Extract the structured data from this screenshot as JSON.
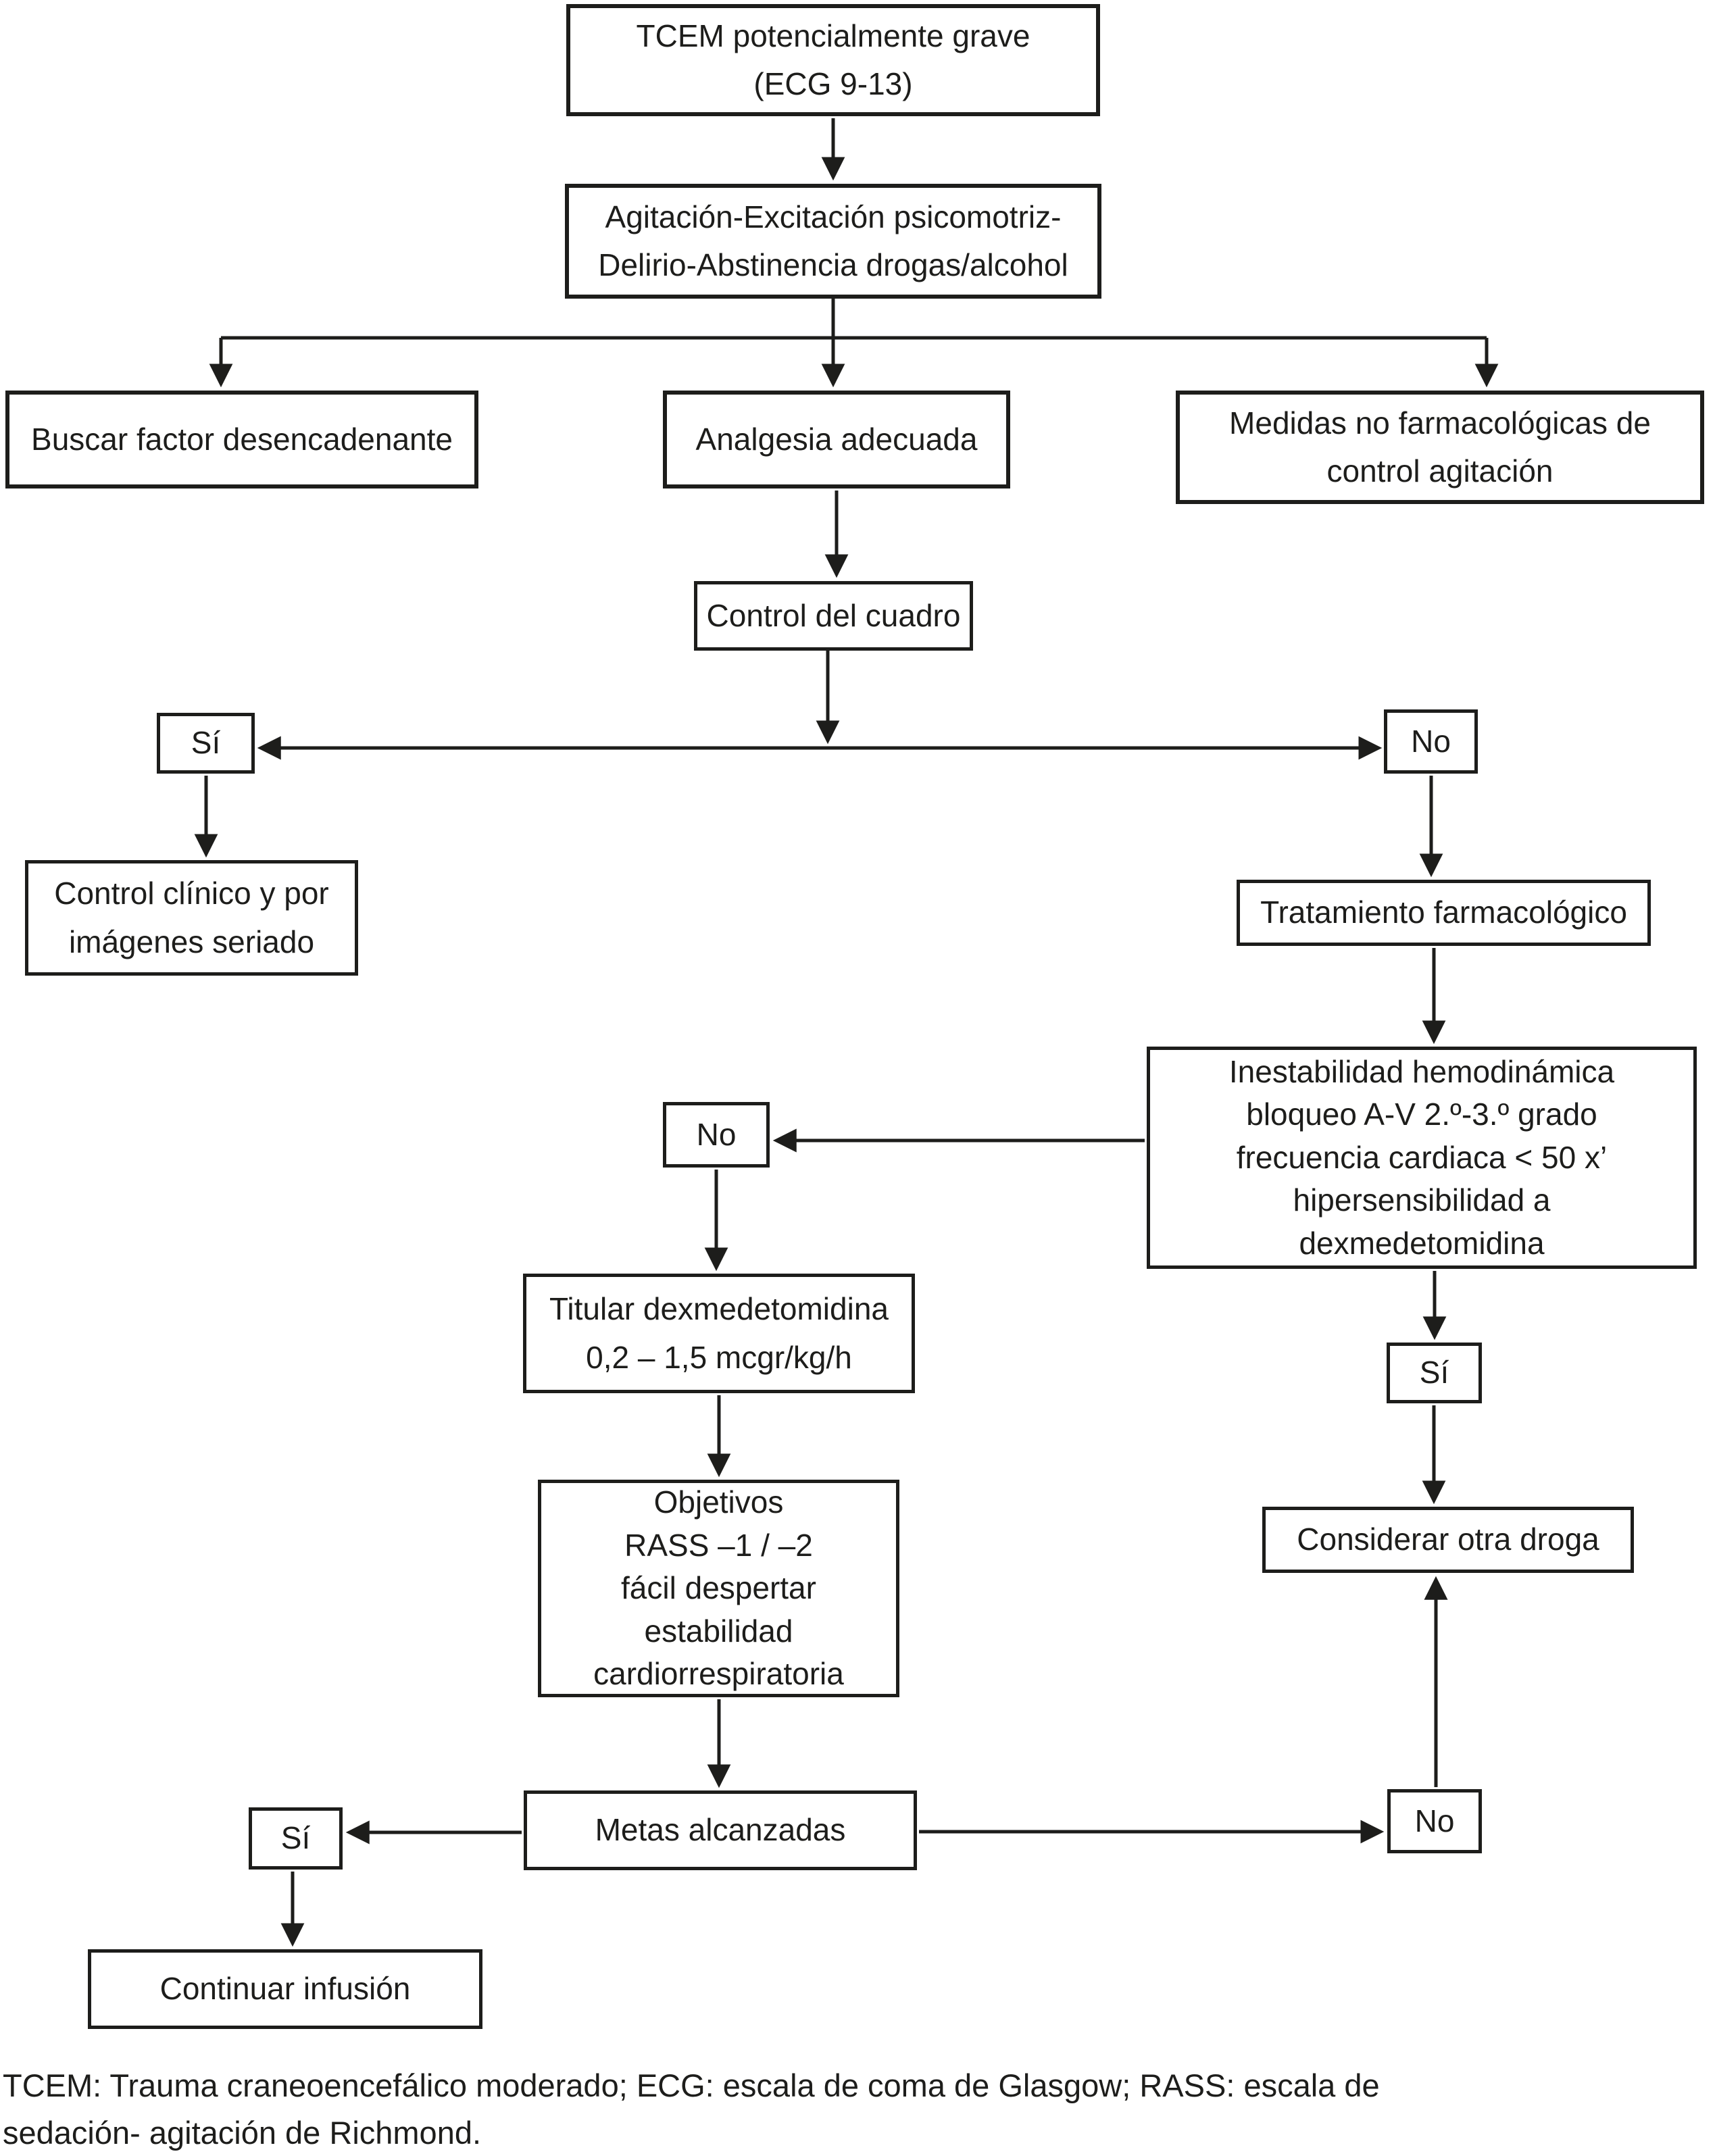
{
  "figure": {
    "background": "#ffffff",
    "line_color": "#1d1d1b"
  },
  "nodes": {
    "tcem": {
      "label": "TCEM potencialmente grave\n(ECG 9-13)"
    },
    "agitacion": {
      "label": "Agitación-Excitación psicomotriz-\nDelirio-Abstinencia drogas/alcohol"
    },
    "buscar_factor": {
      "label": "Buscar factor desencadenante"
    },
    "analgesia": {
      "label": "Analgesia adecuada"
    },
    "medidas": {
      "label": "Medidas no farmacológicas de\ncontrol agitación"
    },
    "control_cuadro": {
      "label": "Control del cuadro"
    },
    "si_1": {
      "label": "Sí"
    },
    "no_1": {
      "label": "No"
    },
    "control_clinico": {
      "label": "Control clínico y por\nimágenes seriado"
    },
    "tratamiento": {
      "label": "Tratamiento farmacológico"
    },
    "inestabilidad": {
      "label": "Inestabilidad hemodinámica\nbloqueo A-V 2.º-3.º grado\nfrecuencia cardiaca < 50 x’\nhipersensibilidad a\ndexmedetomidina"
    },
    "no_2": {
      "label": "No"
    },
    "titular": {
      "label": "Titular dexmedetomidina\n0,2  – 1,5 mcgr/kg/h"
    },
    "objetivos": {
      "label": "Objetivos\nRASS –1 / –2\nfácil despertar\nestabilidad\ncardiorrespiratoria"
    },
    "metas": {
      "label": "Metas alcanzadas"
    },
    "si_2": {
      "label": "Sí"
    },
    "continuar": {
      "label": "Continuar infusión"
    },
    "si_3": {
      "label": "Sí"
    },
    "considerar": {
      "label": "Considerar otra droga"
    },
    "no_3": {
      "label": "No"
    }
  },
  "footer": {
    "text": "TCEM: Trauma craneoencefálico moderado; ECG: escala de coma de Glasgow; RASS: escala de\nsedación- agitación de Richmond."
  }
}
